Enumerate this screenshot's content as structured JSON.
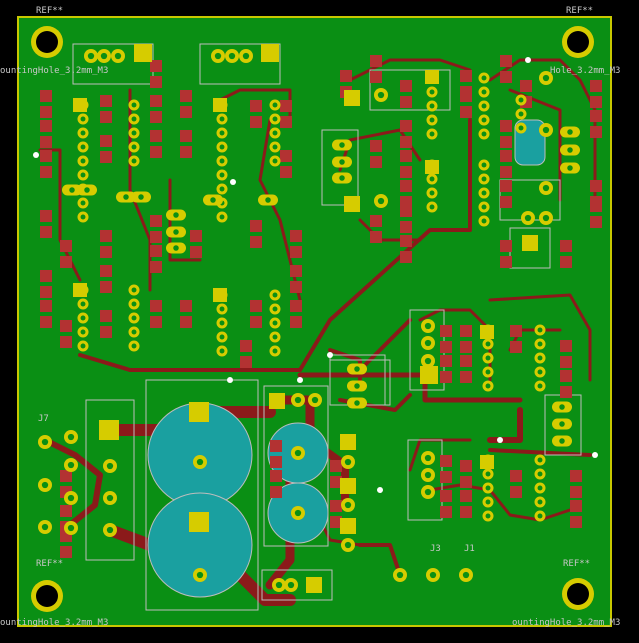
{
  "labels": {
    "ref_top_left": "REF**",
    "ref_top_right": "REF**",
    "ref_bottom_left": "REF**",
    "ref_bottom_right": "REF**",
    "mount_left_top": "ountingHole_3.2mm_M3",
    "mount_right_top": "Hole_3.2mm_M3",
    "mount_bottom_left": "ountingHole_3.2mm_M3",
    "mount_bottom_right": "ountingHole_3.2mm_M3",
    "j1": "J1",
    "j3": "J3",
    "j7": "J7"
  },
  "colors": {
    "board": "#0a8f14",
    "copper": "#8b1a1a",
    "pad_red": "#b33232",
    "pad_yellow": "#d6cc00",
    "silk": "#bdbdbd",
    "teal": "#1aa0a0",
    "edge": "#c8c800"
  }
}
